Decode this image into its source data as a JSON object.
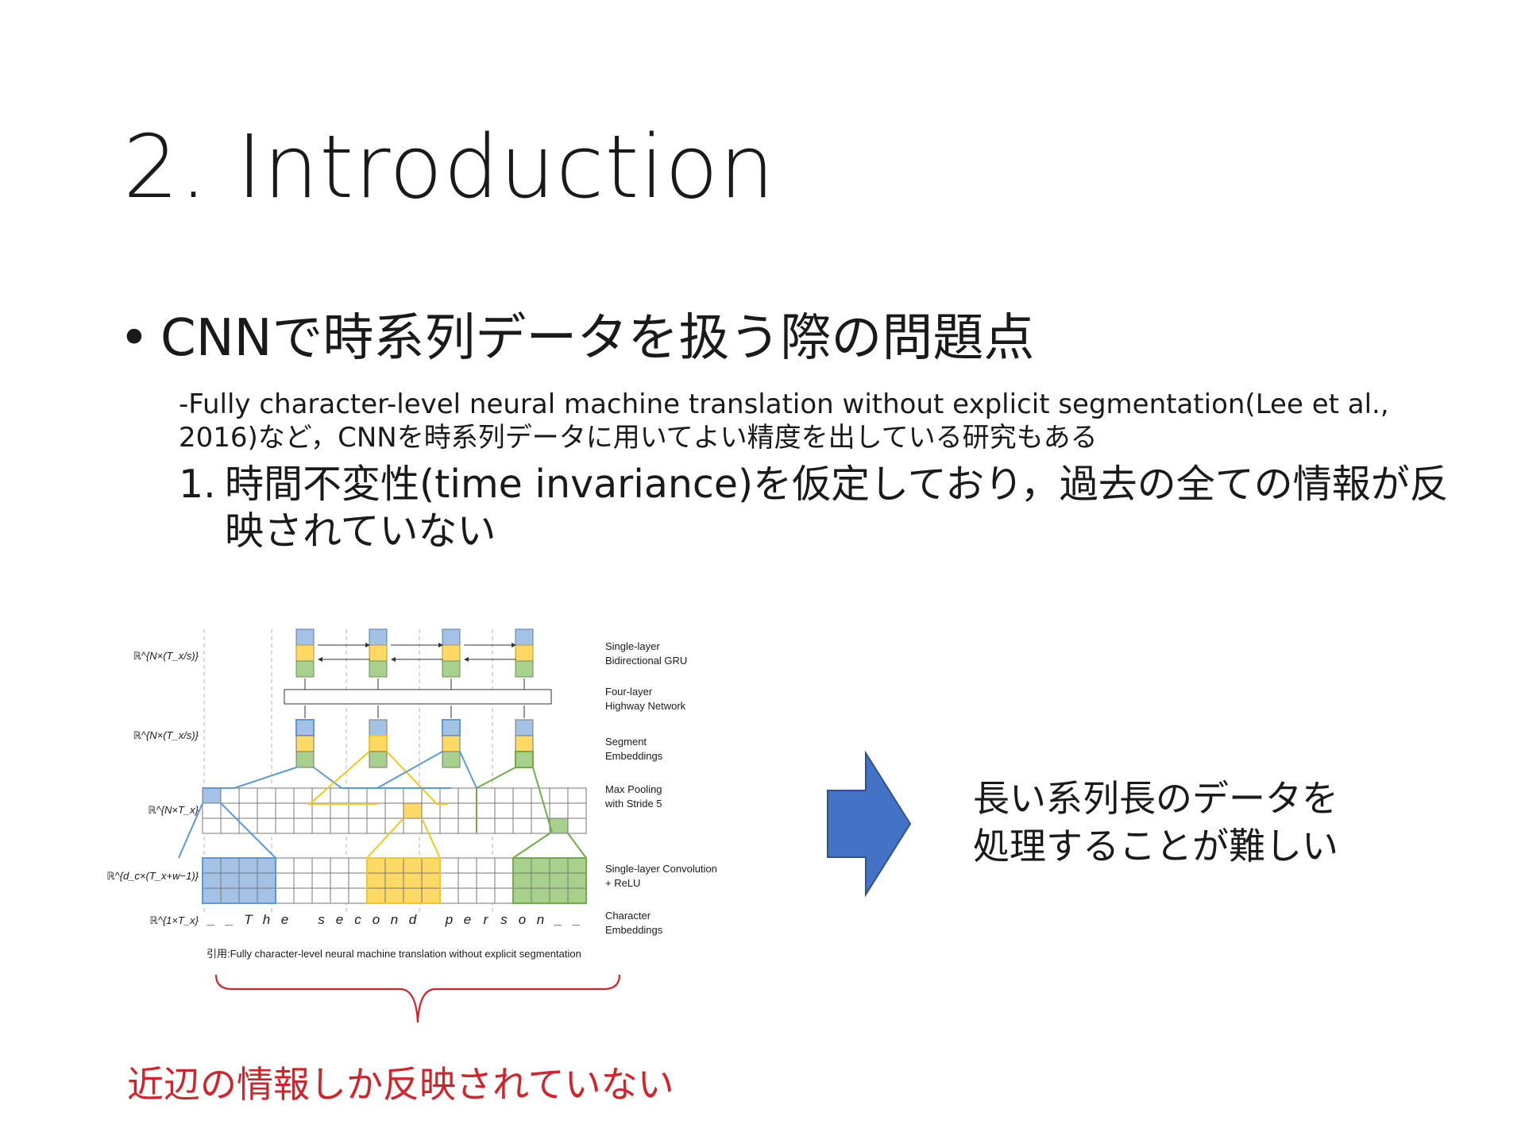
{
  "slide": {
    "title": "2. Introduction",
    "bullet_glyph": "•",
    "bullet_text": "CNNで時系列データを扱う際の問題点",
    "sub_text": "-Fully character-level neural machine translation without explicit segmentation(Lee et al., 2016)など，CNNを時系列データに用いてよい精度を出している研究もある",
    "item1_num": "1.",
    "item1_text": "時間不変性(time invariance)を仮定しており，過去の全ての情報が反映されていない",
    "right_line1": "長い系列長のデータを",
    "right_line2": "処理することが難しい",
    "red_note": "近辺の情報しか反映されていない"
  },
  "diagram": {
    "left_labels": [
      "ℝ^{N×(T_x/s)}",
      "ℝ^{N×(T_x/s)}",
      "ℝ^{N×T_x}",
      "ℝ^{d_c×(T_x+w−1)}",
      "ℝ^{1×T_x}"
    ],
    "right_labels": [
      [
        "Single-layer",
        "Bidirectional GRU"
      ],
      [
        "Four-layer",
        "Highway Network"
      ],
      [
        "Segment",
        "Embeddings"
      ],
      [
        "Max Pooling",
        "with Stride 5"
      ],
      [
        "Single-layer Convolution",
        "+ ReLU"
      ],
      [
        "Character",
        "Embeddings"
      ]
    ],
    "chars": [
      "_",
      "_",
      "T",
      "h",
      "e",
      "",
      "s",
      "e",
      "c",
      "o",
      "n",
      "d",
      "",
      "p",
      "e",
      "r",
      "s",
      "o",
      "n",
      "_",
      "_"
    ],
    "citation": "引用:Fully character-level neural machine translation without explicit segmentation",
    "colors": {
      "blue": "#a4c2e6",
      "yellow": "#ffd966",
      "green": "#a9d18e",
      "blueLine": "#5b9bd5",
      "yellowLine": "#f2c81a",
      "greenLine": "#70ad47",
      "arrow": "#4472c4"
    }
  }
}
